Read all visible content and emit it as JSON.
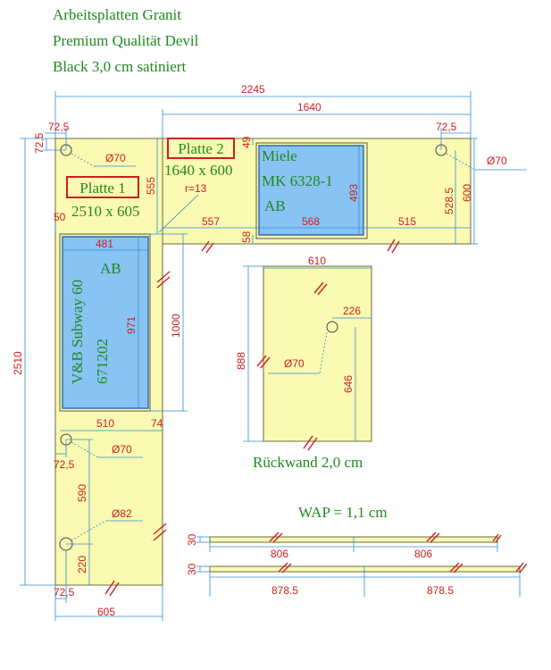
{
  "title": {
    "line1": "Arbeitsplatten Granit",
    "line2": "Premium Qualität Devil",
    "line3": "Black 3,0 cm satiniert"
  },
  "plates": {
    "platte1": {
      "label": "Platte 1",
      "size": "2510 x 605"
    },
    "platte2": {
      "label": "Platte 2",
      "size": "1640 x 600"
    },
    "radius": "r=13"
  },
  "sinks": {
    "sink1": {
      "line1": "V&B Subway 60",
      "line2": "671202",
      "tag": "AB"
    },
    "sink2": {
      "line1": "Miele",
      "line2": "MK 6328-1",
      "tag": "AB"
    }
  },
  "backwall": {
    "caption": "Rückwand 2,0 cm"
  },
  "wap": {
    "caption": "WAP = 1,1 cm"
  },
  "dims": {
    "overall_width": "2245",
    "plate2_width": "1640",
    "plate1_height": "2510",
    "plate1_width": "605",
    "hole_top_left_x": "72,5",
    "hole_top_left_y": "72,5",
    "hole_top_right_x": "72,5",
    "hole_diam_top_left": "Ø70",
    "hole_diam_top_right": "Ø70",
    "plate_gap_top": "555",
    "offset_49": "49",
    "offset_58": "58",
    "sink2_height": "493",
    "sink2_width": "568",
    "sink2_left": "557",
    "sink2_right": "515",
    "hole_right_height": "528.5",
    "plate2_height": "600",
    "offset_50": "50",
    "sink1_width": "481",
    "sink1_height": "971",
    "opening_1000": "1000",
    "sink1_outer_width": "510",
    "offset_74": "74",
    "hole_mid_diam": "Ø70",
    "hole_mid_x": "72,5",
    "hole_mid_dist": "590",
    "hole_bottom_diam": "Ø82",
    "hole_bottom_height": "220",
    "hole_bottom_x": "72,5",
    "backwall_width": "610",
    "backwall_height": "888",
    "backwall_hole_x": "226",
    "backwall_hole_y": "646",
    "backwall_hole_diam": "Ø70",
    "wap_a_height": "30",
    "wap_a_left": "806",
    "wap_a_right": "806",
    "wap_b_height": "30",
    "wap_b_left": "878.5",
    "wap_b_right": "878.5"
  }
}
